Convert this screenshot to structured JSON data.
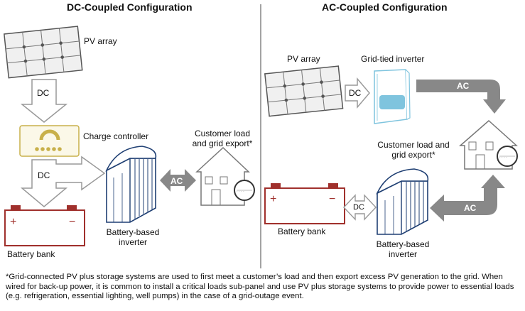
{
  "dc": {
    "title": "DC-Coupled Configuration",
    "pv_array": "PV array",
    "dc_label_1": "DC",
    "charge_controller": "Charge controller",
    "dc_label_2": "DC",
    "ac_label": "AC",
    "customer_load_line1": "Customer load",
    "customer_load_line2": "and grid export*",
    "inverter_line1": "Battery-based",
    "inverter_line2": "inverter",
    "battery_bank": "Battery bank",
    "meter_text": "· · · ·"
  },
  "ac": {
    "title": "AC-Coupled Configuration",
    "pv_array": "PV array",
    "grid_tied_inverter": "Grid-tied inverter",
    "dc_label_1": "DC",
    "ac_label_top": "AC",
    "customer_load_line1": "Customer load and",
    "customer_load_line2": "grid export*",
    "battery_bank": "Battery bank",
    "dc_label_2": "DC",
    "ac_label_bottom": "AC",
    "inverter_line1": "Battery-based",
    "inverter_line2": "inverter",
    "meter_text": "· · · ·"
  },
  "footnote": "*Grid-connected PV plus storage systems are used to first meet a customer’s load and then export excess PV generation to the grid. When wired for back-up power, it is common to install a critical loads sub-panel and use PV plus storage systems to provide power to essential loads (e.g. refrigeration, essential lighting, well pumps) in the case of a grid-outage event.",
  "colors": {
    "panel_fill": "#f2f2f2",
    "panel_line": "#555555",
    "battery_red": "#a0302c",
    "inverter_blue": "#1f3f73",
    "charge_controller_gold": "#c8b04a",
    "arrow_grey": "#888888",
    "inverter_screen": "#7fc4de"
  }
}
